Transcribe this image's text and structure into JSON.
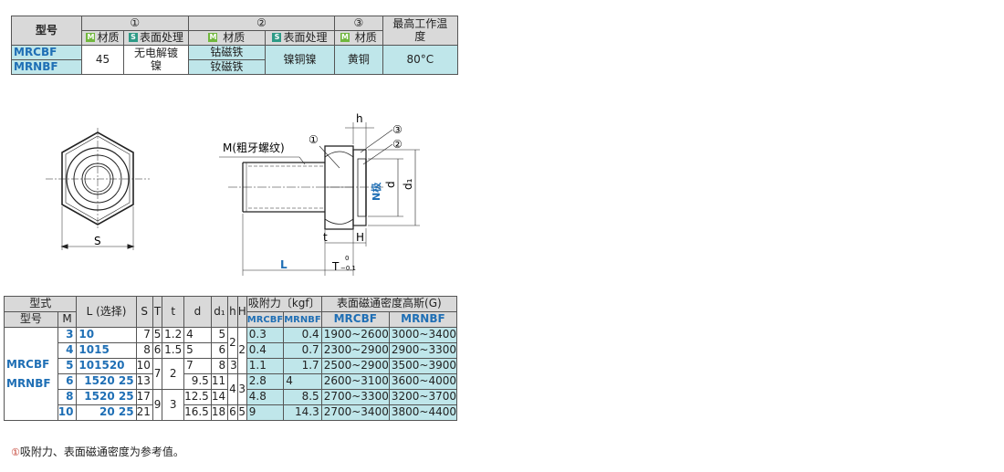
{
  "material_table": {
    "model_header": "型号",
    "group1": "①",
    "group2": "②",
    "group3": "③",
    "max_temp_header": "最高工作温度",
    "badge_m": "M",
    "badge_s": "S",
    "material": "材质",
    "surface": "表面处理",
    "material_spaced": " 材质",
    "codes": [
      "MRCBF",
      "MRNBF"
    ],
    "mat1": "45",
    "surf1": "无电解镀镍",
    "mat2_rows": [
      "钴磁铁",
      "钕磁铁"
    ],
    "surf2": "镍铜镍",
    "mat3": "黄铜",
    "temp": "80°C"
  },
  "diagram": {
    "thread_label": "M(粗牙螺纹)",
    "label_S": "S",
    "label_h": "h",
    "label_L": "L",
    "label_t": "t",
    "label_H": "H",
    "label_T": "T",
    "tol_top": "0",
    "tol_bottom": "−0.1",
    "label_N": "N极",
    "label_d": "d",
    "label_d1": "d₁",
    "callout1": "①",
    "callout2": "②",
    "callout3": "③"
  },
  "spec_table": {
    "header_type": "型式",
    "header_model": "型号",
    "header_M": "M",
    "header_L": "L (选择)",
    "header_S": "S",
    "header_T": "T",
    "header_t": "t",
    "header_d": "d",
    "header_d1": "d₁",
    "header_h": "h",
    "header_H": "H",
    "header_force": "吸附力〔kgf〕",
    "header_flux": "表面磁通密度高斯(G)",
    "sub_mrcbf": "MRCBF",
    "sub_mrnbf": "MRNBF",
    "model_codes": [
      "MRCBF",
      "MRNBF"
    ],
    "rows": [
      {
        "M": "3",
        "L": "10",
        "S": "7",
        "d": "4",
        "d1": "5",
        "f1": "0.3",
        "f2": "0.4",
        "g1": "1900~2600",
        "g2": "3000~3400"
      },
      {
        "M": "4",
        "L": "1015",
        "S": "8",
        "d": "5",
        "d1": "6",
        "f1": "0.4",
        "f2": "0.7",
        "g1": "2300~2900",
        "g2": "2900~3300"
      },
      {
        "M": "5",
        "L": "101520",
        "S": "10",
        "d": "7",
        "d1": "8",
        "f1": "1.1",
        "f2": "1.7",
        "g1": "2500~2900",
        "g2": "3500~3900"
      },
      {
        "M": "6",
        "L": "1520 25",
        "S": "13",
        "d": "9.5",
        "d1": "11",
        "f1": "2.8",
        "f2": "4",
        "g1": "2600~3100",
        "g2": "3600~4000"
      },
      {
        "M": "8",
        "L": "1520 25",
        "S": "17",
        "d": "12.5",
        "d1": "14",
        "f1": "4.8",
        "f2": "8.5",
        "g1": "2700~3300",
        "g2": "3200~3700"
      },
      {
        "M": "10",
        "L": "20 25",
        "S": "21",
        "d": "16.5",
        "d1": "18",
        "f1": "9",
        "f2": "14.3",
        "g1": "2700~3400",
        "g2": "3800~4400"
      }
    ],
    "T_vals": [
      "5",
      "6",
      "7",
      "9"
    ],
    "t_vals": [
      "1.2",
      "1.5",
      "2",
      "3"
    ],
    "h_vals": [
      "2",
      "3",
      "4",
      "6"
    ],
    "H_vals": [
      "2",
      "3",
      "5"
    ]
  },
  "footnote": {
    "mark": "①",
    "text": "吸附力、表面磁通密度为参考值。"
  }
}
